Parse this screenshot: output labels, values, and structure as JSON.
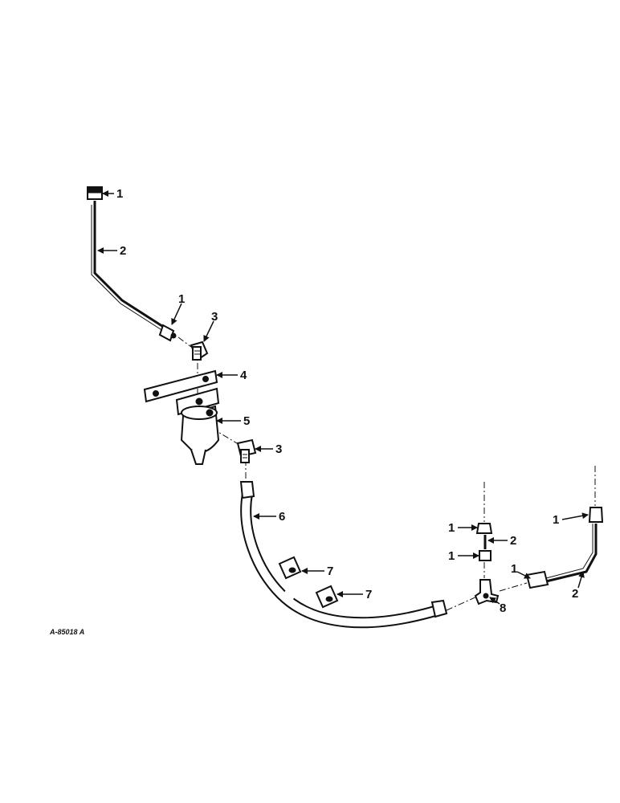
{
  "drawing_code": "A-85018 A",
  "callouts": {
    "c1": "1",
    "c2": "2",
    "c3": "3",
    "c4": "4",
    "c5": "5",
    "c6": "6",
    "c7": "7",
    "c8": "8"
  },
  "colors": {
    "ink": "#111111",
    "paper": "#ffffff"
  }
}
